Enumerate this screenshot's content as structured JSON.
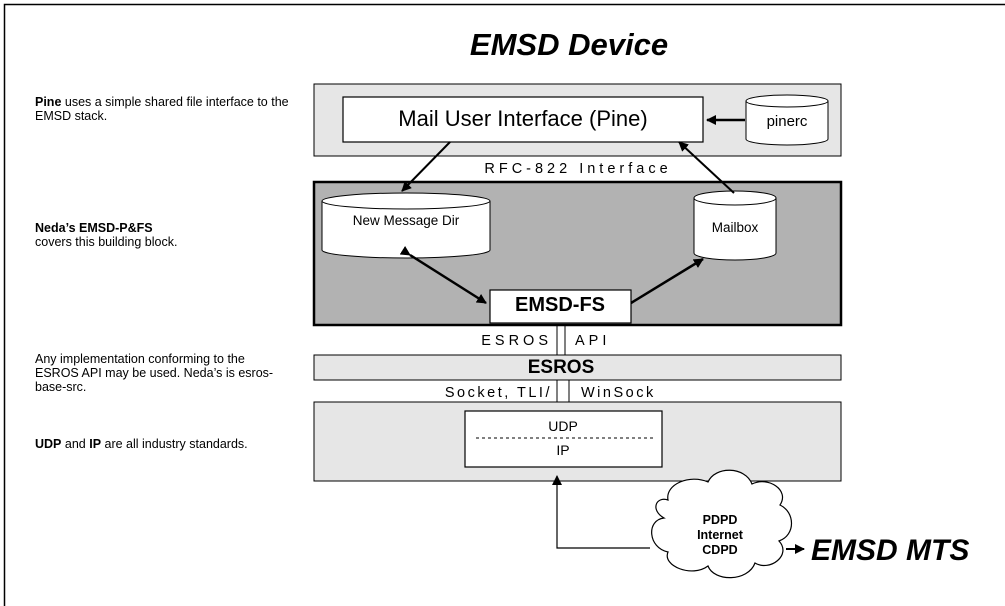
{
  "title": "EMSD Device",
  "notes": {
    "pine": {
      "bold": "Pine",
      "rest": " uses a simple shared file interface to the EMSD stack."
    },
    "neda": {
      "bold": "Neda’s EMSD-P&FS",
      "rest": " covers this building block."
    },
    "esros": {
      "text": "Any implementation conforming to the ESROS API may be used. Neda’s is esros-base-src."
    },
    "udp": {
      "bold1": "UDP",
      "mid": " and ",
      "bold2": "IP",
      "rest": " are all industry standards."
    }
  },
  "blocks": {
    "mail_ui": "Mail User Interface (Pine)",
    "pinerc": "pinerc",
    "rfc822": "RFC-822 Interface",
    "new_message_dir": "New Message Dir",
    "mailbox": "Mailbox",
    "emsd_fs": "EMSD-FS",
    "esros_api_left": "ESROS",
    "esros_api_right": "API",
    "esros": "ESROS",
    "socket_left": "Socket, TLI/",
    "socket_right": "WinSock",
    "udp": "UDP",
    "ip": "IP",
    "cloud": [
      "PDPD",
      "Internet",
      "CDPD"
    ],
    "emsd_mts": "EMSD MTS"
  },
  "colors": {
    "light_panel": "#e6e6e6",
    "dark_panel": "#b2b2b2",
    "border": "#000000"
  }
}
